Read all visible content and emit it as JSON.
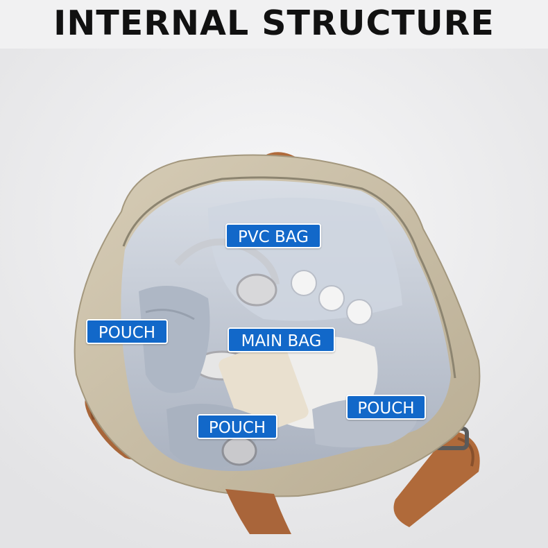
{
  "header": {
    "title": "INTERNAL STRUCTURE"
  },
  "labels": {
    "pvc_bag": "PVC BAG",
    "pouch_left": "POUCH",
    "main_bag": "MAIN BAG",
    "pouch_right": "POUCH",
    "pouch_bottom": "POUCH"
  },
  "colors": {
    "background": "#f1f1f2",
    "bag_canvas": "#cfc4ac",
    "lining": "#c9d0db",
    "leather_straps": "#b06a3a",
    "label_fill": "#1268c9",
    "label_text": "#ffffff"
  }
}
